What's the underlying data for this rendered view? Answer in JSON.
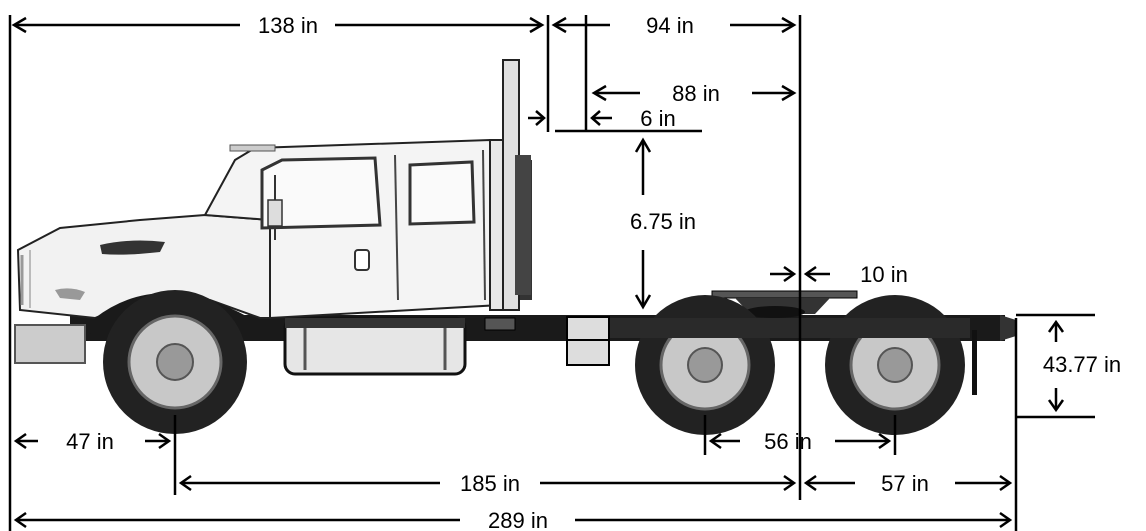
{
  "dimensions": {
    "cab_to_stack": "138 in",
    "stack_to_fifth": "94 in",
    "back_to_fifth": "88 in",
    "stack_offset": "6 in",
    "fifth_clearance": "6.75 in",
    "fifth_offset": "10 in",
    "frame_height": "43.77 in",
    "front_overhang": "47 in",
    "axle_spread": "56 in",
    "wheelbase": "185 in",
    "rear_overhang": "57 in",
    "overall_length": "289 in"
  },
  "colors": {
    "line": "#000000",
    "truck_body": "#eeeeee",
    "truck_outline": "#222222",
    "tire": "#222222",
    "rim": "#c8c8c8",
    "frame": "#1a1a1a"
  }
}
